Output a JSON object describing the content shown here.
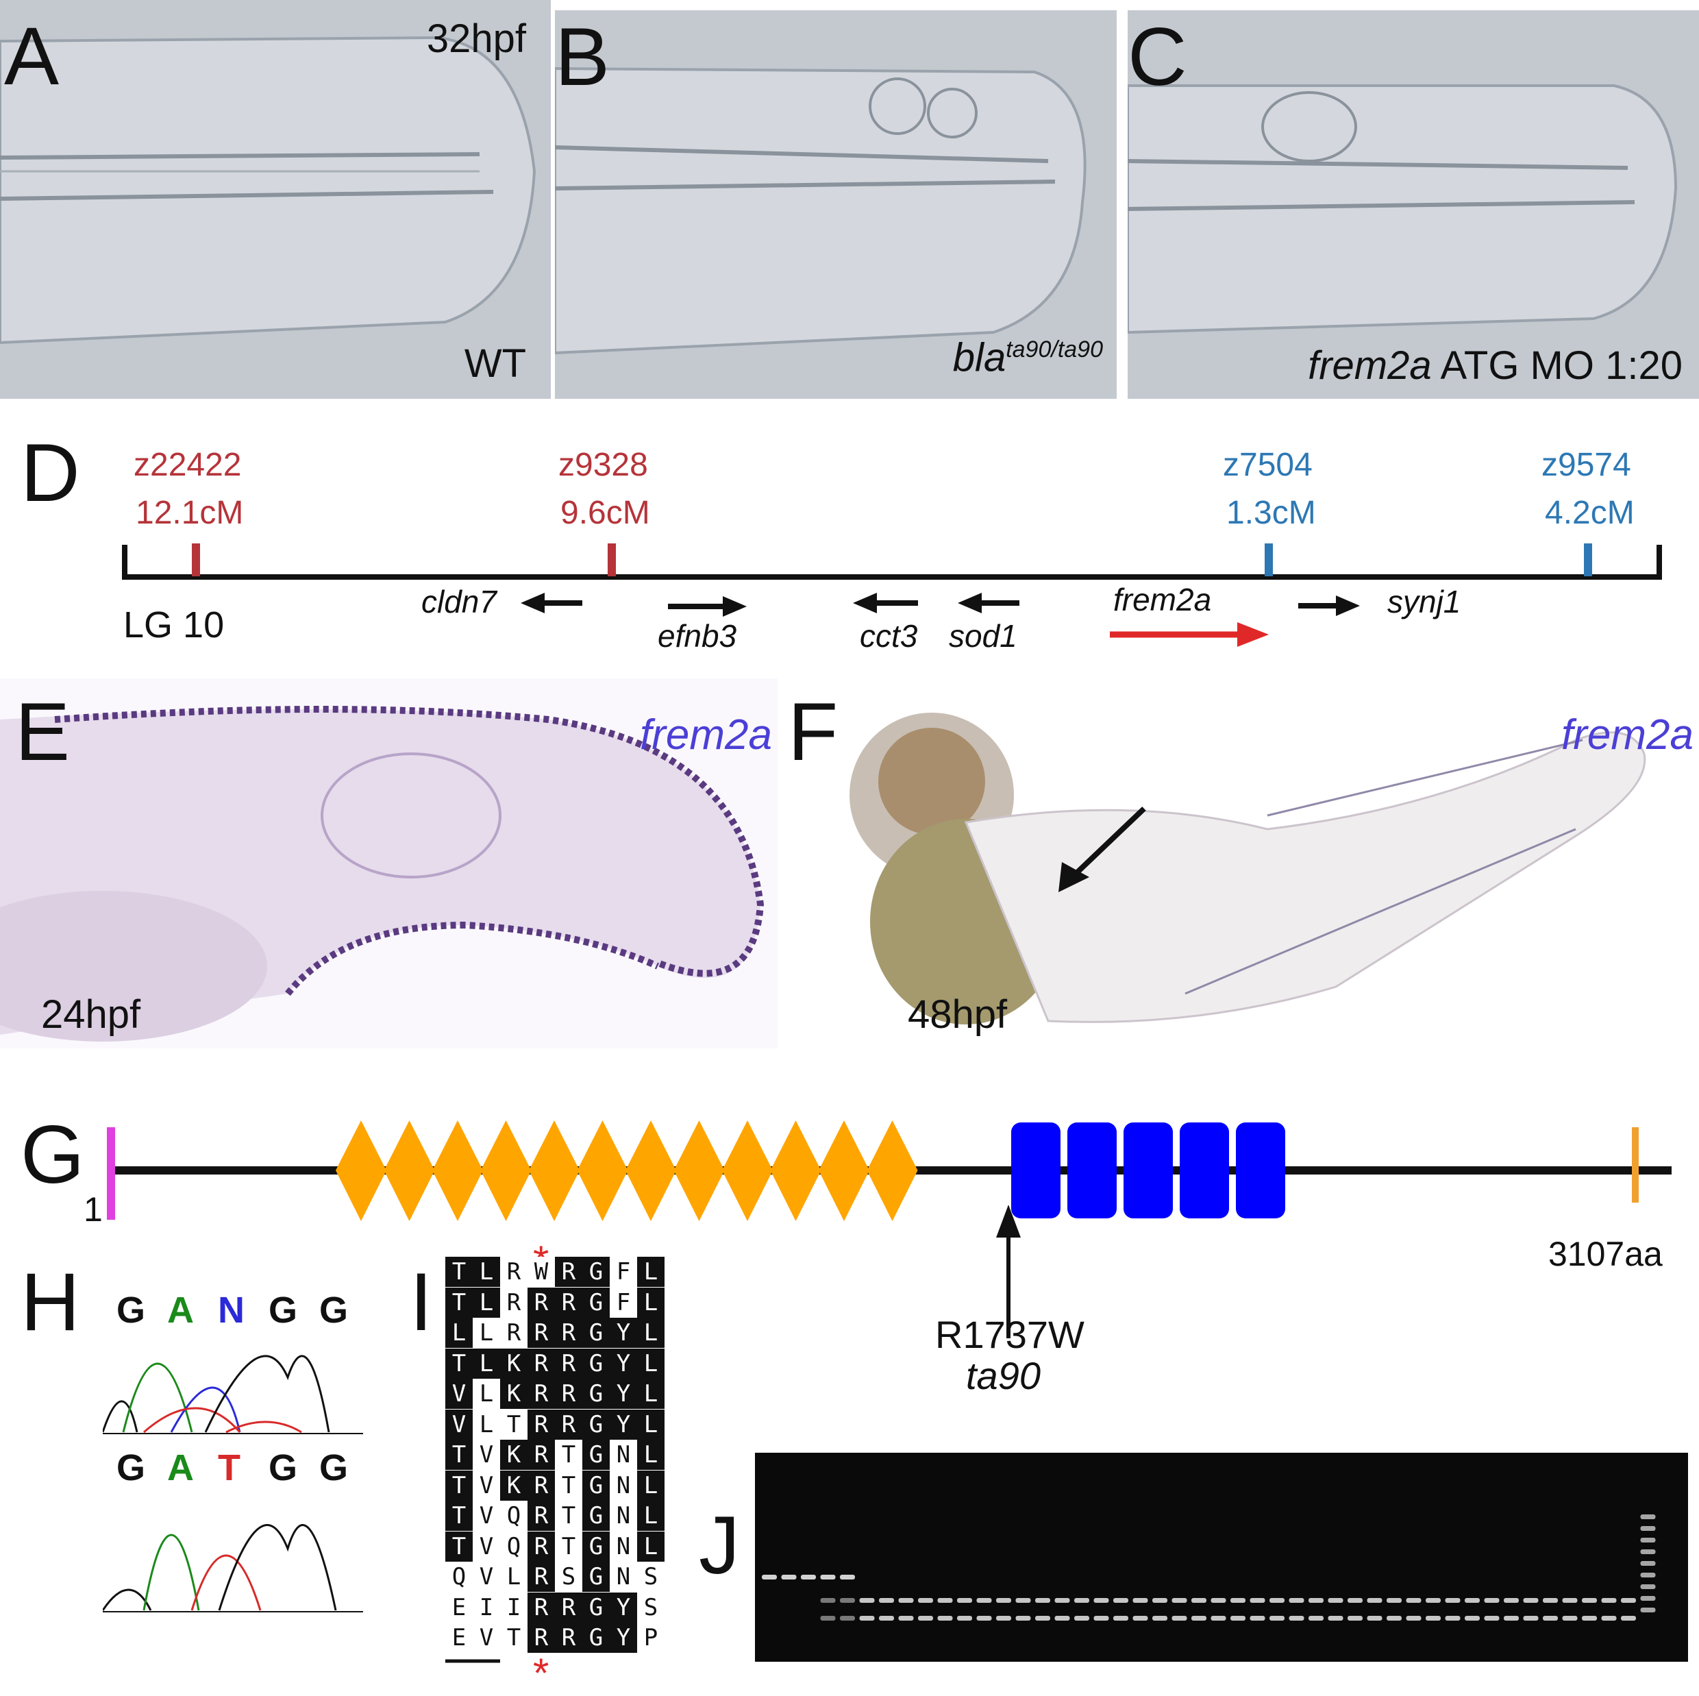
{
  "panels": {
    "A": {
      "label": "A",
      "stage": "32hpf",
      "genotype": "WT"
    },
    "B": {
      "label": "B",
      "genotype_base": "bla",
      "genotype_sup": "ta90/ta90"
    },
    "C": {
      "label": "C",
      "gene": "frem2a",
      "rest": " ATG MO 1:20"
    },
    "D": {
      "label": "D",
      "linkage_group": "LG 10",
      "markers": [
        {
          "name": "z22422",
          "dist": "12.1cM",
          "color": "#b5343a"
        },
        {
          "name": "z9328",
          "dist": "9.6cM",
          "color": "#b5343a"
        },
        {
          "name": "z7504",
          "dist": "1.3cM",
          "color": "#2d78b4"
        },
        {
          "name": "z9574",
          "dist": "4.2cM",
          "color": "#2d78b4"
        }
      ],
      "genes": [
        "cldn7",
        "efnb3",
        "cct3",
        "sod1",
        "frem2a",
        "synj1"
      ]
    },
    "E": {
      "label": "E",
      "gene": "frem2a",
      "stage": "24hpf"
    },
    "F": {
      "label": "F",
      "gene": "frem2a",
      "stage": "48hpf"
    },
    "G": {
      "label": "G",
      "start": "1",
      "end": "3107aa",
      "mutation": "R1737W",
      "allele": "ta90",
      "diamond_count": 12,
      "block_count": 5
    },
    "H": {
      "label": "H",
      "top_bases": [
        "G",
        "A",
        "N",
        "G",
        "G"
      ],
      "bottom_bases": [
        "G",
        "A",
        "T",
        "G",
        "G"
      ]
    },
    "I": {
      "label": "I",
      "star": "*",
      "rows": [
        [
          "T",
          "L",
          "R",
          "W",
          "R",
          "G",
          "F",
          "L"
        ],
        [
          "T",
          "L",
          "R",
          "R",
          "R",
          "G",
          "F",
          "L"
        ],
        [
          "L",
          "L",
          "R",
          "R",
          "R",
          "G",
          "Y",
          "L"
        ],
        [
          "T",
          "L",
          "K",
          "R",
          "R",
          "G",
          "Y",
          "L"
        ],
        [
          "V",
          "L",
          "K",
          "R",
          "R",
          "G",
          "Y",
          "L"
        ],
        [
          "V",
          "L",
          "T",
          "R",
          "R",
          "G",
          "Y",
          "L"
        ],
        [
          "T",
          "V",
          "K",
          "R",
          "T",
          "G",
          "N",
          "L"
        ],
        [
          "T",
          "V",
          "K",
          "R",
          "T",
          "G",
          "N",
          "L"
        ],
        [
          "T",
          "V",
          "Q",
          "R",
          "T",
          "G",
          "N",
          "L"
        ],
        [
          "T",
          "V",
          "Q",
          "R",
          "T",
          "G",
          "N",
          "L"
        ],
        [
          "Q",
          "V",
          "L",
          "R",
          "S",
          "G",
          "N",
          "S"
        ],
        [
          "E",
          "I",
          "I",
          "R",
          "R",
          "G",
          "Y",
          "S"
        ],
        [
          "E",
          "V",
          "T",
          "R",
          "R",
          "G",
          "Y",
          "P"
        ]
      ]
    },
    "J": {
      "label": "J"
    }
  },
  "colors": {
    "marker_red": "#b5343a",
    "marker_blue": "#2d78b4",
    "frem2a_blue": "#4b3fd6",
    "diamond": "#ffa500",
    "block": "#0000ff",
    "start_tick": "#e040e0",
    "end_tick": "#f0a030",
    "red_arrow": "#e02828"
  }
}
